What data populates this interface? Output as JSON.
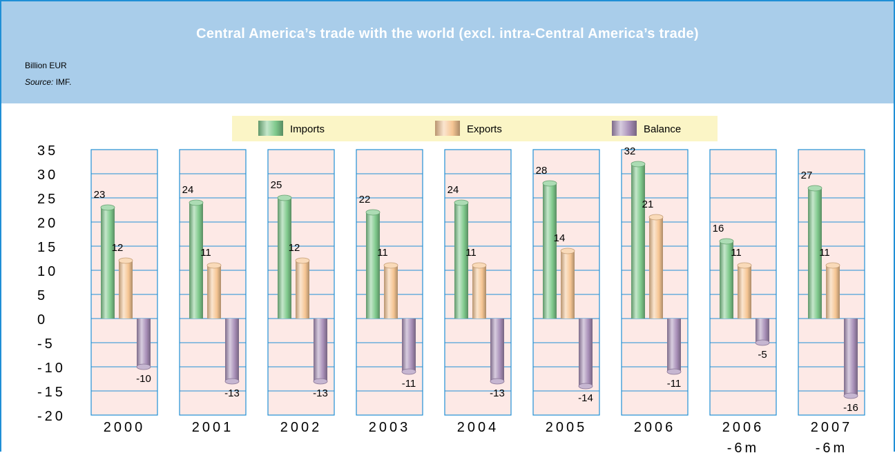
{
  "header": {
    "title": "Central America’s trade with the world (excl. intra-Central America’s trade)",
    "unit": "Billion EUR",
    "source_label": "Source:",
    "source_value": "IMF."
  },
  "colors": {
    "frame": "#1f8fd6",
    "header_bg": "#a9cdea",
    "panel_bg": "#fde9e6",
    "legend_bg": "#fbf5c6",
    "imports": "#7fc98c",
    "exports": "#f6c694",
    "balance": "#a88fb8"
  },
  "chart_data": {
    "type": "bar",
    "categories": [
      "2000",
      "2001",
      "2002",
      "2003",
      "2004",
      "2005",
      "2006",
      "2006\n-6m",
      "2007\n-6m"
    ],
    "series": [
      {
        "name": "Imports",
        "values": [
          23,
          24,
          25,
          22,
          24,
          28,
          32,
          16,
          27
        ]
      },
      {
        "name": "Exports",
        "values": [
          12,
          11,
          12,
          11,
          11,
          14,
          21,
          11,
          11
        ]
      },
      {
        "name": "Balance",
        "values": [
          -10,
          -13,
          -13,
          -11,
          -13,
          -14,
          -11,
          -5,
          -16
        ]
      }
    ],
    "ylim": [
      -20,
      35
    ],
    "y_ticks": [
      "35",
      "30",
      "25",
      "20",
      "15",
      "10",
      "5",
      "0",
      "-5",
      "-10",
      "-15",
      "-20"
    ],
    "grid": true,
    "legend_position": "top"
  }
}
